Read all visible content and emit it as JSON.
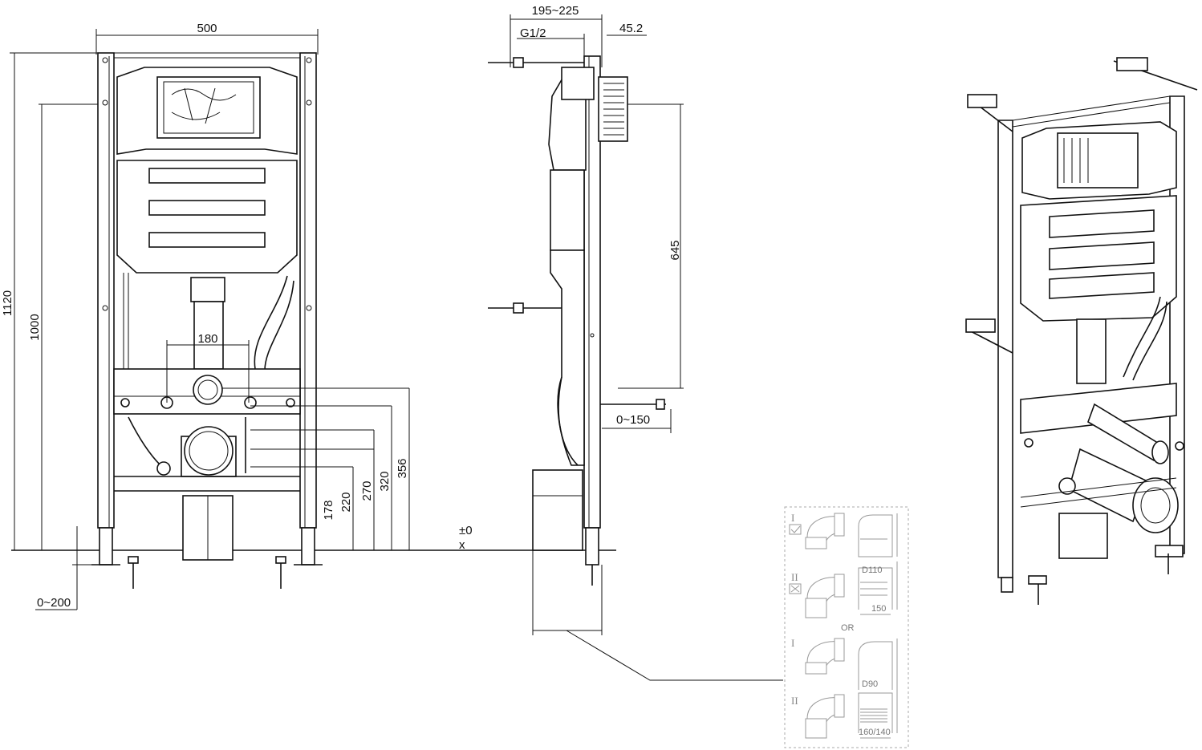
{
  "front_view": {
    "width_label": "500",
    "height_total_label": "1120",
    "height_1000_label": "1000",
    "spacing_180_label": "180",
    "dim_178": "178",
    "dim_220": "220",
    "dim_270": "270",
    "dim_320": "320",
    "dim_356": "356",
    "floor_adjust_label": "0~200"
  },
  "side_view": {
    "depth_label": "195~225",
    "thread_label": "G1/2",
    "offset_label": "45.2",
    "height_645_label": "645",
    "rod_adjust_label": "0~150",
    "zero_level_label": "±0",
    "x_mark": "x"
  },
  "inset": {
    "row1_roman": "I",
    "row2_roman": "II",
    "row3_roman": "I",
    "row4_roman": "II",
    "d110_label": "D110",
    "dim_150": "150",
    "or_label": "OR",
    "d90_label": "D90",
    "dim_160_140": "160/140"
  }
}
